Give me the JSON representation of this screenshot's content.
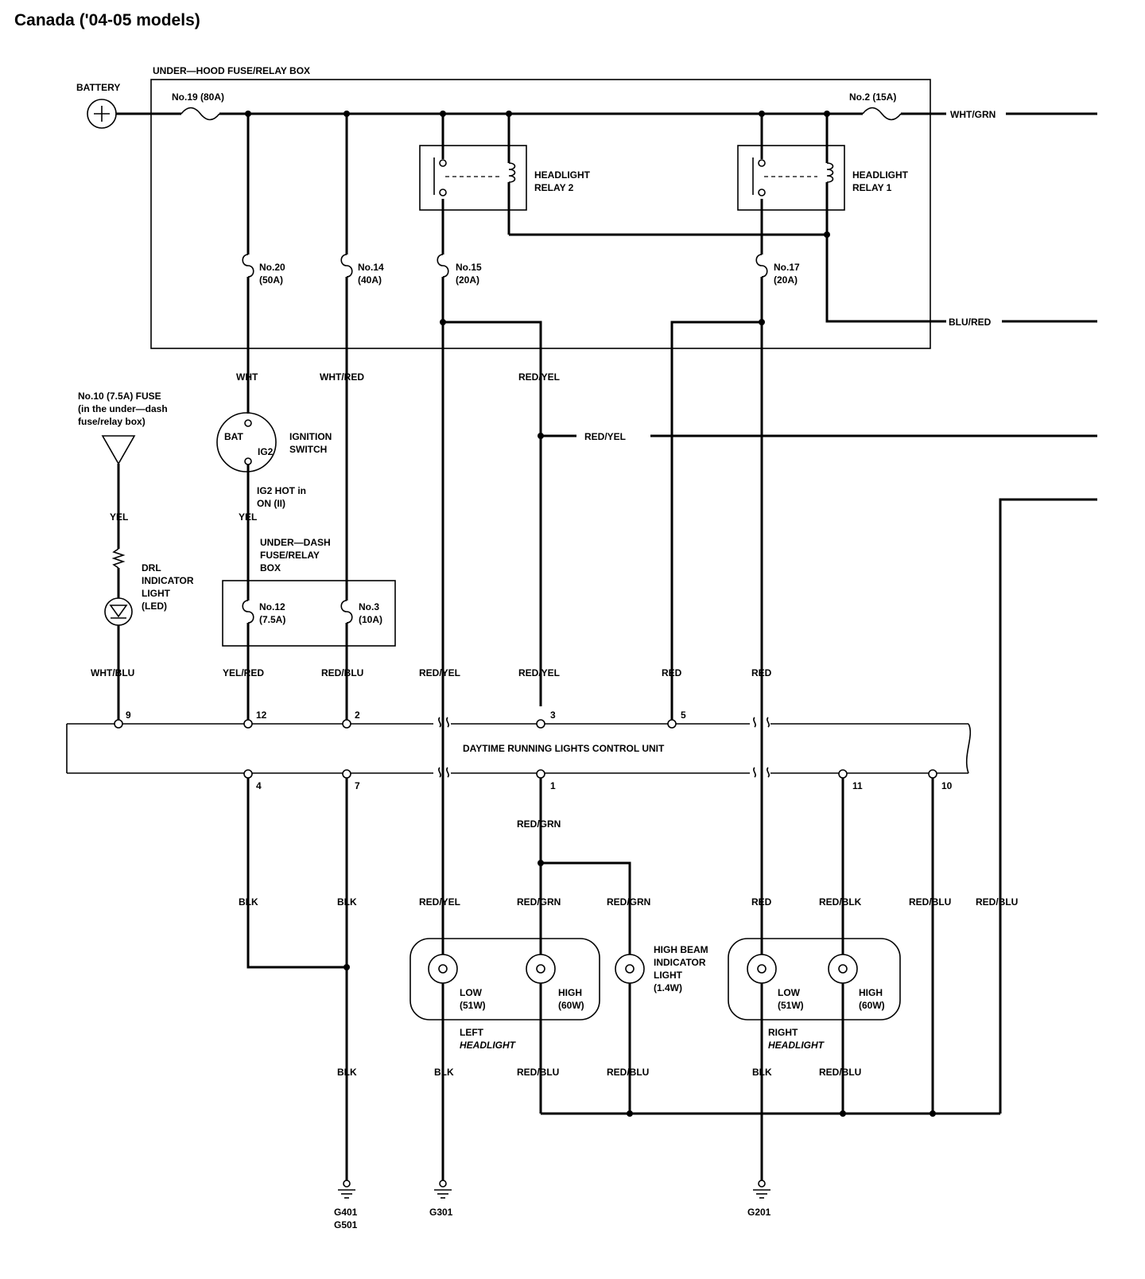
{
  "title": "Canada ('04-05 models)",
  "boxes": {
    "under_hood": "UNDER—HOOD FUSE/RELAY BOX",
    "under_dash": [
      "UNDER—DASH",
      "FUSE/RELAY",
      "BOX"
    ],
    "control_unit": "DAYTIME RUNNING LIGHTS CONTROL UNIT"
  },
  "battery": "BATTERY",
  "fuses": {
    "f19": "No.19 (80A)",
    "f2": "No.2 (15A)",
    "f20": [
      "No.20",
      "(50A)"
    ],
    "f14": [
      "No.14",
      "(40A)"
    ],
    "f15": [
      "No.15",
      "(20A)"
    ],
    "f17": [
      "No.17",
      "(20A)"
    ],
    "f12": [
      "No.12",
      "(7.5A)"
    ],
    "f3": [
      "No.3",
      "(10A)"
    ],
    "f10": [
      "No.10 (7.5A) FUSE",
      "(in the under—dash",
      "fuse/relay box)"
    ]
  },
  "relays": {
    "r2": [
      "HEADLIGHT",
      "RELAY 2"
    ],
    "r1": [
      "HEADLIGHT",
      "RELAY 1"
    ]
  },
  "ignition": {
    "bat": "BAT",
    "ig2": "IG2",
    "name": [
      "IGNITION",
      "SWITCH"
    ],
    "hot": [
      "IG2 HOT in",
      "ON (II)"
    ]
  },
  "drl_light": [
    "DRL",
    "INDICATOR",
    "LIGHT",
    "(LED)"
  ],
  "wires": {
    "wht_grn": "WHT/GRN",
    "blu_red": "BLU/RED",
    "wht": "WHT",
    "wht_red": "WHT/RED",
    "red_yel": "RED/YEL",
    "yel": "YEL",
    "wht_blu": "WHT/BLU",
    "yel_red": "YEL/RED",
    "red_blu": "RED/BLU",
    "red": "RED",
    "red_grn": "RED/GRN",
    "blk": "BLK",
    "red_blk": "RED/BLK"
  },
  "pins": {
    "p9": "9",
    "p12": "12",
    "p2": "2",
    "p3": "3",
    "p5": "5",
    "p4": "4",
    "p7": "7",
    "p1": "1",
    "p11": "11",
    "p10": "10"
  },
  "lamps": {
    "low": [
      "LOW",
      "(51W)"
    ],
    "high": [
      "HIGH",
      "(60W)"
    ],
    "left": [
      "LEFT",
      "HEADLIGHT"
    ],
    "right": [
      "RIGHT",
      "HEADLIGHT"
    ],
    "hb_indicator": [
      "HIGH BEAM",
      "INDICATOR",
      "LIGHT",
      "(1.4W)"
    ]
  },
  "grounds": {
    "g401": "G401",
    "g501": "G501",
    "g301": "G301",
    "g201": "G201"
  }
}
